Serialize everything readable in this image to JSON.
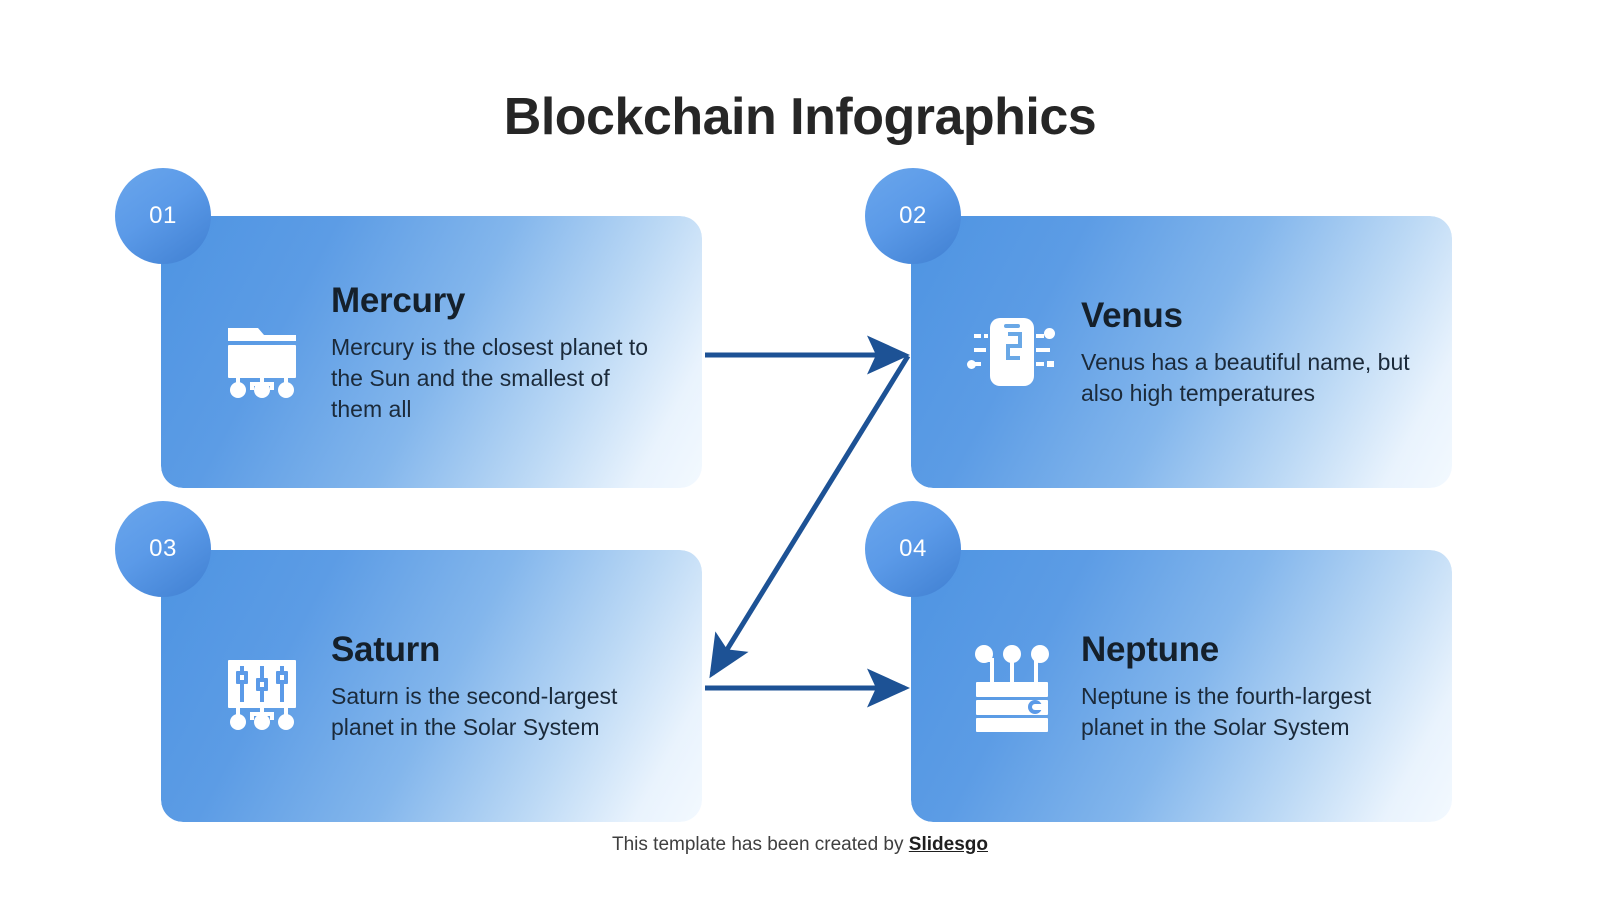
{
  "slide": {
    "title": "Blockchain Infographics",
    "background_color": "#ffffff",
    "accent_color": "#4e94e2",
    "arrow_color": "#1d5295",
    "title_color": "#262626",
    "text_color": "#1b2a3a"
  },
  "cards": [
    {
      "number": "01",
      "title": "Mercury",
      "description": "Mercury is the closest planet to the Sun and the smallest of them all",
      "icon": "folder-network-icon"
    },
    {
      "number": "02",
      "title": "Venus",
      "description": "Venus has a beautiful name, but also high temperatures",
      "icon": "smartphone-circuit-icon"
    },
    {
      "number": "03",
      "title": "Saturn",
      "description": "Saturn is the second-largest planet in the Solar System",
      "icon": "circuit-board-sliders-icon"
    },
    {
      "number": "04",
      "title": "Neptune",
      "description": "Neptune is the fourth-largest planet in the Solar System",
      "icon": "server-nodes-icon"
    }
  ],
  "connectors": [
    {
      "name": "arrow-mercury-to-venus",
      "from": "01",
      "to": "02",
      "direction": "horizontal-right"
    },
    {
      "name": "arrow-venus-to-saturn",
      "from": "02",
      "to": "03",
      "direction": "diagonal-down-left"
    },
    {
      "name": "arrow-saturn-to-neptune",
      "from": "03",
      "to": "04",
      "direction": "horizontal-right"
    }
  ],
  "footer": {
    "text": "This template has been created by",
    "brand": "Slidesgo"
  }
}
